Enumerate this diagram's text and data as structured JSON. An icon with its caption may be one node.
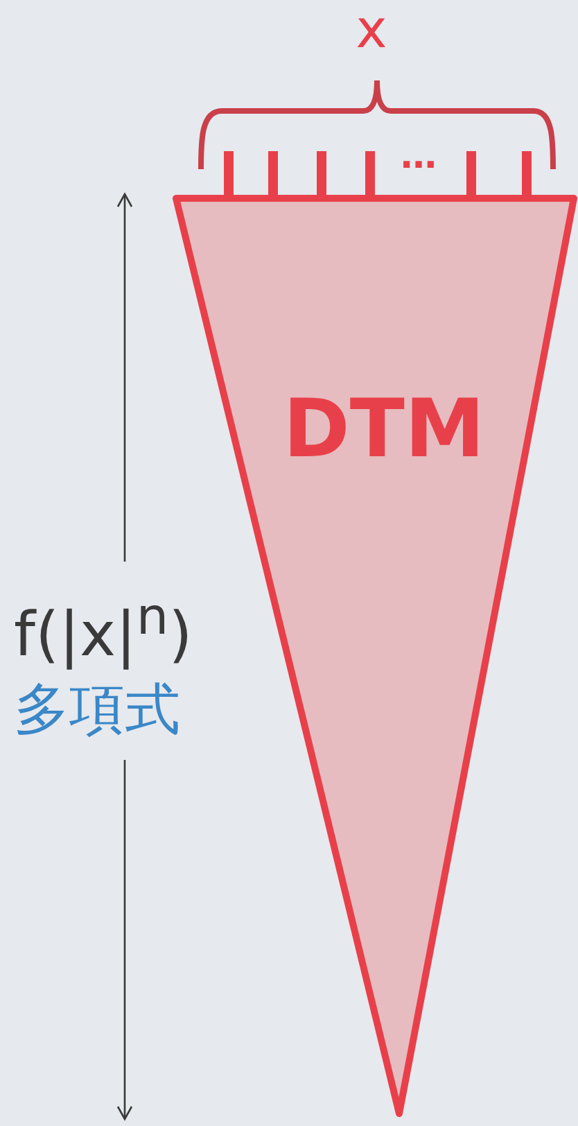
{
  "diagram": {
    "nodes": [
      {
        "text": [
          "DTM"
        ]
      }
    ],
    "labels": [
      "x",
      "…",
      "f(|x|$^{n}$)",
      "多項式"
    ]
  }
}
